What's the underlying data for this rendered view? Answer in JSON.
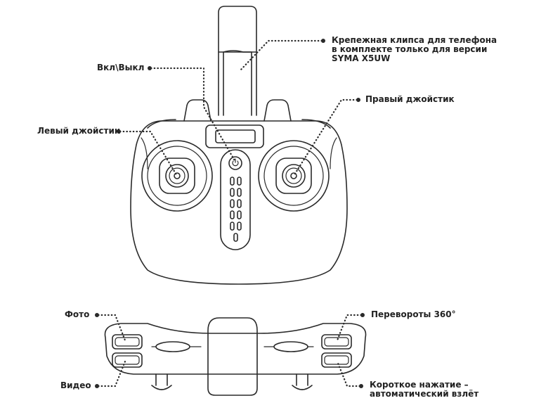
{
  "labels": {
    "phone_clip": {
      "lines": [
        "Крепежная клипса для телефона",
        "в комплекте только для версии",
        "SYMA X5UW"
      ]
    },
    "power": "Вкл\\Выкл",
    "right_joystick": "Правый джойстик",
    "left_joystick": "Левый джойстик",
    "photo": "Фото",
    "flips": "Перевороты 360°",
    "video": "Видео",
    "takeoff": {
      "lines": [
        "Короткое нажатие –",
        "автоматический взлёт"
      ]
    }
  },
  "colors": {
    "outline": "#2a2a2a",
    "leader": "#2a2a2a",
    "text": "#222222",
    "background": "#ffffff"
  }
}
